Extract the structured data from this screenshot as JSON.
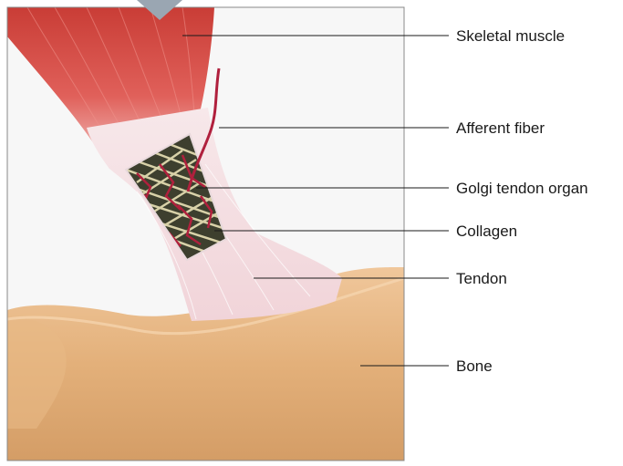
{
  "labels": {
    "skeletal_muscle": "Skeletal muscle",
    "afferent_fiber": "Afferent fiber",
    "golgi_tendon_organ": "Golgi tendon organ",
    "collagen": "Collagen",
    "tendon": "Tendon",
    "bone": "Bone"
  },
  "colors": {
    "muscle": "#d9534a",
    "tendon": "#f2d7dc",
    "bone": "#e2b07c",
    "nerve": "#b0203d",
    "collagen": "#e9e2b6",
    "frame": "#888888"
  }
}
